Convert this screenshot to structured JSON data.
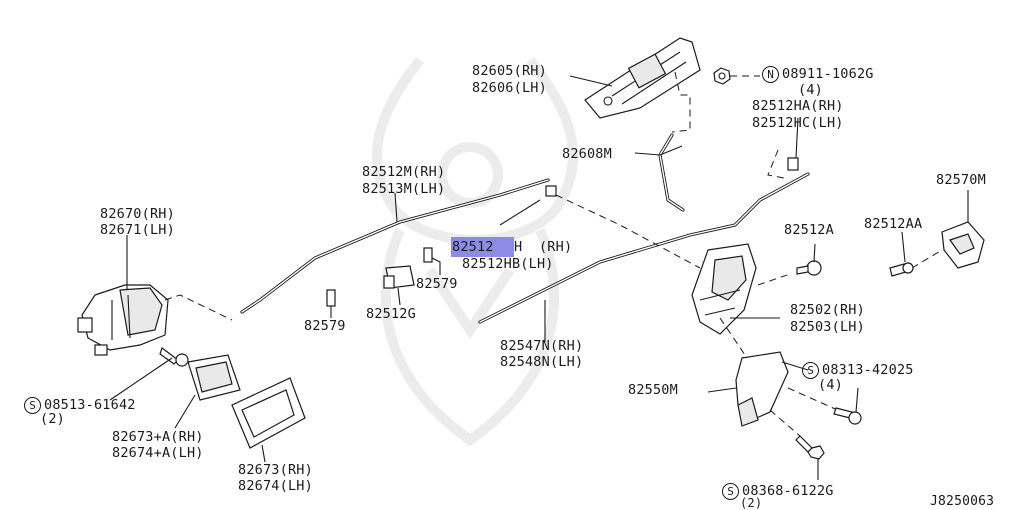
{
  "diagram": {
    "drawing_code": "J8250063",
    "symbol_s": "S",
    "symbol_n": "N",
    "parts": {
      "p82605": [
        "82605(RH)",
        "82606(LH)"
      ],
      "p08911": [
        "08911-1062G",
        "(4)"
      ],
      "p82512HA": [
        "82512HA(RH)",
        "82512HC(LH)"
      ],
      "p82608M": "82608M",
      "p82570M": "82570M",
      "p82512M": [
        "82512M(RH)",
        "82513M(LH)"
      ],
      "p82670": [
        "82670(RH)",
        "82671(LH)"
      ],
      "p82512A": "82512A",
      "p82512AA": "82512AA",
      "p82512H_hl": "82512",
      "p82512H": [
        "H  (RH)",
        "82512HB(LH)"
      ],
      "p82579a": "82579",
      "p82579b": "82579",
      "p82512G": "82512G",
      "p82502": [
        "82502(RH)",
        "82503(LH)"
      ],
      "p82547N": [
        "82547N(RH)",
        "82548N(LH)"
      ],
      "p08313": [
        "08313-42025",
        "(4)"
      ],
      "p82550M": "82550M",
      "p08513": [
        "08513-61642",
        "(2)"
      ],
      "p82673A": [
        "82673+A(RH)",
        "82674+A(LH)"
      ],
      "p82673": [
        "82673(RH)",
        "82674(LH)"
      ],
      "p08368": [
        "08368-6122G",
        "(2)"
      ]
    }
  },
  "colors": {
    "line": "#1a1a1a",
    "highlight": "#8c8ce6",
    "watermark": "#ececec",
    "background": "#ffffff"
  }
}
